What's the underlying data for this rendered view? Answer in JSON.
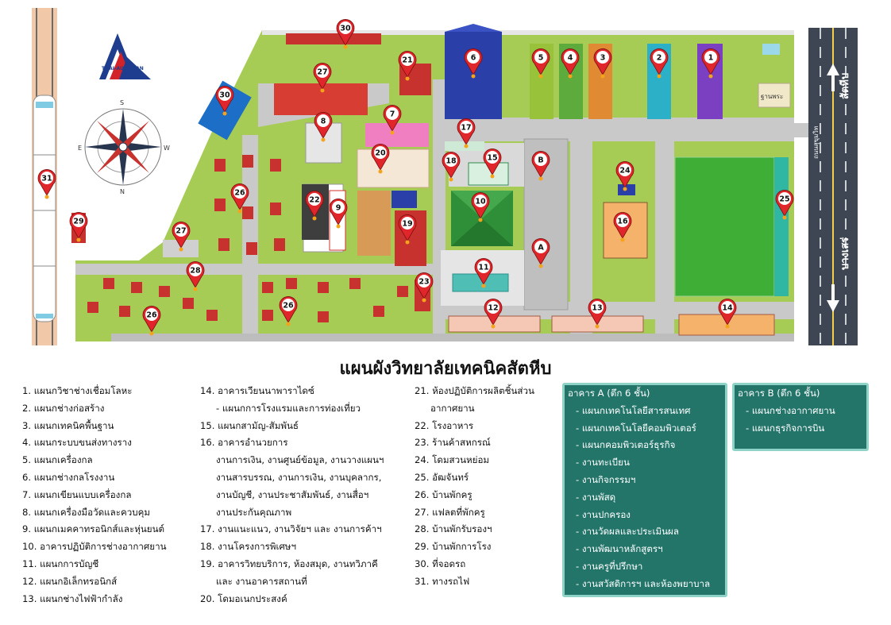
{
  "title": "แผนผังวิทยาลัยเทคนิคสัตหีบ",
  "logo_text": "THAI-AUSTRIAN",
  "compass": {
    "n": "N",
    "s": "S",
    "e": "E",
    "w": "W"
  },
  "road_labels": {
    "sattahip": "สัตหีบ",
    "bangsaray": "บางเสร่",
    "road_name": "ถนนสุขุมวิท"
  },
  "flag_label": "ฐานพระ",
  "building_letters": {
    "a": "A",
    "b": "B"
  },
  "colors": {
    "grass": "#a7cc55",
    "road": "#c9c9c9",
    "roof_red": "#c7322f",
    "pin": "#e0262a",
    "box": "#23756a",
    "box_border": "#8fd3c6"
  },
  "markers": [
    {
      "num": "1"
    },
    {
      "num": "2"
    },
    {
      "num": "3"
    },
    {
      "num": "4"
    },
    {
      "num": "5"
    },
    {
      "num": "6"
    },
    {
      "num": "7"
    },
    {
      "num": "8"
    },
    {
      "num": "9"
    },
    {
      "num": "10"
    },
    {
      "num": "11"
    },
    {
      "num": "12"
    },
    {
      "num": "13"
    },
    {
      "num": "14"
    },
    {
      "num": "15"
    },
    {
      "num": "16"
    },
    {
      "num": "17"
    },
    {
      "num": "18"
    },
    {
      "num": "19"
    },
    {
      "num": "20"
    },
    {
      "num": "21"
    },
    {
      "num": "22"
    },
    {
      "num": "23"
    },
    {
      "num": "24"
    },
    {
      "num": "25"
    },
    {
      "num": "26"
    },
    {
      "num": "26"
    },
    {
      "num": "26"
    },
    {
      "num": "27"
    },
    {
      "num": "27"
    },
    {
      "num": "28"
    },
    {
      "num": "29"
    },
    {
      "num": "30"
    },
    {
      "num": "30"
    },
    {
      "num": "31"
    }
  ],
  "legend": {
    "col1": [
      "1. แผนกวิชาช่างเชื่อมโลหะ",
      "2. แผนกช่างก่อสร้าง",
      "3. แผนกเทคนิคพื้นฐาน",
      "4. แผนกระบบขนส่งทางราง",
      "5. แผนกเครื่องกล",
      "6. แผนกช่างกลโรงงาน",
      "7. แผนกเขียนแบบเครื่องกล",
      "8. แผนกเครื่องมือวัดและควบคุม",
      "9. แผนกเมคคาทรอนิกส์และหุ่นยนต์",
      "10. อาคารปฏิบัติการช่างอากาศยาน",
      "11. แผนกการบัญชี",
      "12. แผนกอิเล็กทรอนิกส์",
      "13. แผนกช่างไฟฟ้ากำลัง"
    ],
    "col2": [
      {
        "text": "14. อาคารเวียนนาพาราไดซ์",
        "sub": false
      },
      {
        "text": "- แผนกการโรงแรมและการท่องเที่ยว",
        "sub": true
      },
      {
        "text": "15. แผนกสามัญ-สัมพันธ์",
        "sub": false
      },
      {
        "text": "16. อาคารอำนวยการ",
        "sub": false
      },
      {
        "text": "งานการเงิน, งานศูนย์ข้อมูล, งานวางแผนฯ",
        "sub": true
      },
      {
        "text": "งานสารบรรณ, งานการเงิน, งานบุคลากร,",
        "sub": true
      },
      {
        "text": "งานบัญชี, งานประชาสัมพันธ์, งานสื่อฯ",
        "sub": true
      },
      {
        "text": "งานประกันคุณภาพ",
        "sub": true
      },
      {
        "text": "17. งานแนะแนว, งานวิจัยฯ และ งานการค้าฯ",
        "sub": false
      },
      {
        "text": "18. งานโครงการพิเศษฯ",
        "sub": false
      },
      {
        "text": "19. อาคารวิทยบริการ, ห้องสมุด, งานทวิภาคี",
        "sub": false
      },
      {
        "text": "และ งานอาคารสถานที่",
        "sub": true
      },
      {
        "text": "20. โดมอเนกประสงค์",
        "sub": false
      }
    ],
    "col3": [
      {
        "text": "21. ห้องปฏิบัติการผลิตชิ้นส่วน",
        "sub": false
      },
      {
        "text": "อากาศยาน",
        "sub": true
      },
      {
        "text": "22. โรงอาหาร",
        "sub": false
      },
      {
        "text": "23. ร้านค้าสหกรณ์",
        "sub": false
      },
      {
        "text": "24. โดมสวนหย่อม",
        "sub": false
      },
      {
        "text": "25. อัฒจันทร์",
        "sub": false
      },
      {
        "text": "26. บ้านพักครู",
        "sub": false
      },
      {
        "text": "27. แฟลตที่พักครู",
        "sub": false
      },
      {
        "text": "28. บ้านพักรับรองฯ",
        "sub": false
      },
      {
        "text": "29. บ้านพักการโรง",
        "sub": false
      },
      {
        "text": "30. ที่จอดรถ",
        "sub": false
      },
      {
        "text": "31.  ทางรถไฟ",
        "sub": false
      }
    ]
  },
  "building_a": {
    "title": "อาคาร A (ตึก 6 ชั้น)",
    "items": [
      "- แผนกเทคโนโลยีสารสนเทศ",
      "- แผนกเทคโนโลยีคอมพิวเตอร์",
      "- แผนกคอมพิวเตอร์ธุรกิจ",
      "- งานทะเบียน",
      "- งานกิจกรรมฯ",
      "- งานพัสดุ",
      "- งานปกครอง",
      "- งานวัดผลและประเมินผล",
      "- งานพัฒนาหลักสูตรฯ",
      "- งานครูที่ปรึกษา",
      "- งานสวัสดิการฯ และห้องพยาบาล"
    ]
  },
  "building_b": {
    "title": "อาคาร B (ตึก 6 ชั้น)",
    "items": [
      "- แผนกช่างอากาศยาน",
      "- แผนกธุรกิจการบิน"
    ]
  }
}
